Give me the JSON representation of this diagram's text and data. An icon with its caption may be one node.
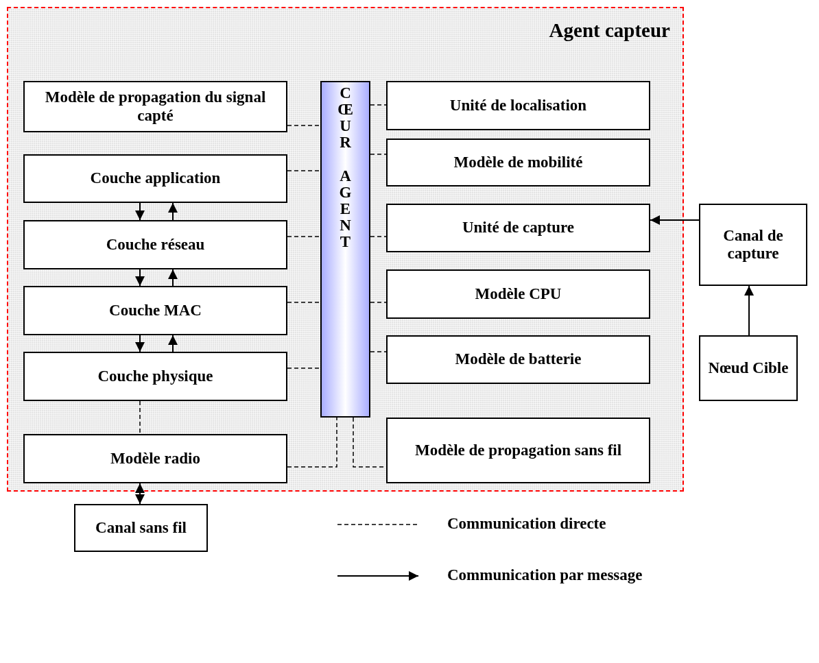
{
  "diagram": {
    "nodes": [
      {
        "text": [
          "Agent capteur"
        ]
      },
      {
        "text": [
          "Modèle de propagation du signal capté"
        ],
        "in": 0
      },
      {
        "text": [
          "Couche application"
        ],
        "in": 0
      },
      {
        "text": [
          "Couche réseau"
        ],
        "in": 0
      },
      {
        "text": [
          "Couche MAC"
        ],
        "in": 0
      },
      {
        "text": [
          "Couche physique"
        ],
        "in": 0
      },
      {
        "text": [
          "Modèle radio"
        ],
        "in": 0
      },
      {
        "text": [
          "CŒUR AGENT"
        ],
        "in": 0
      },
      {
        "text": [
          "Unité de localisation"
        ],
        "in": 0
      },
      {
        "text": [
          "Modèle de mobilité"
        ],
        "in": 0
      },
      {
        "text": [
          "Unité de capture"
        ],
        "in": 0
      },
      {
        "text": [
          "Modèle CPU"
        ],
        "in": 0
      },
      {
        "text": [
          "Modèle de batterie"
        ],
        "in": 0
      },
      {
        "text": [
          "Modèle de propagation sans fil"
        ],
        "in": 0
      },
      {
        "text": [
          "Canal de capture"
        ]
      },
      {
        "text": [
          "Nœud Cible"
        ]
      },
      {
        "text": [
          "Canal sans fil"
        ]
      }
    ],
    "edges": [
      {
        "from": 1,
        "to": 7,
        "arrow": "none",
        "style": "dashed"
      },
      {
        "from": 2,
        "to": 7,
        "arrow": "none",
        "style": "dashed"
      },
      {
        "from": 3,
        "to": 7,
        "arrow": "none",
        "style": "dashed"
      },
      {
        "from": 4,
        "to": 7,
        "arrow": "none",
        "style": "dashed"
      },
      {
        "from": 5,
        "to": 7,
        "arrow": "none",
        "style": "dashed"
      },
      {
        "from": 7,
        "to": 8,
        "arrow": "none",
        "style": "dashed"
      },
      {
        "from": 7,
        "to": 9,
        "arrow": "none",
        "style": "dashed"
      },
      {
        "from": 7,
        "to": 10,
        "arrow": "none",
        "style": "dashed"
      },
      {
        "from": 7,
        "to": 11,
        "arrow": "none",
        "style": "dashed"
      },
      {
        "from": 7,
        "to": 12,
        "arrow": "none",
        "style": "dashed"
      },
      {
        "from": 5,
        "to": 6,
        "arrow": "none",
        "style": "dashed"
      },
      {
        "from": 6,
        "to": 7,
        "arrow": "none",
        "style": "dashed"
      },
      {
        "from": 7,
        "to": 13,
        "arrow": "none",
        "style": "dashed"
      },
      {
        "from": 2,
        "to": 3,
        "arrow": "to"
      },
      {
        "from": 3,
        "to": 2,
        "arrow": "to"
      },
      {
        "from": 3,
        "to": 4,
        "arrow": "to"
      },
      {
        "from": 4,
        "to": 3,
        "arrow": "to"
      },
      {
        "from": 4,
        "to": 5,
        "arrow": "to"
      },
      {
        "from": 5,
        "to": 4,
        "arrow": "to"
      },
      {
        "from": 14,
        "to": 10,
        "arrow": "to"
      },
      {
        "from": 15,
        "to": 14,
        "arrow": "to"
      },
      {
        "from": 6,
        "to": 16,
        "arrow": "both"
      }
    ],
    "legend": [
      {
        "text": "Communication directe"
      },
      {
        "text": "Communication par message"
      }
    ]
  }
}
